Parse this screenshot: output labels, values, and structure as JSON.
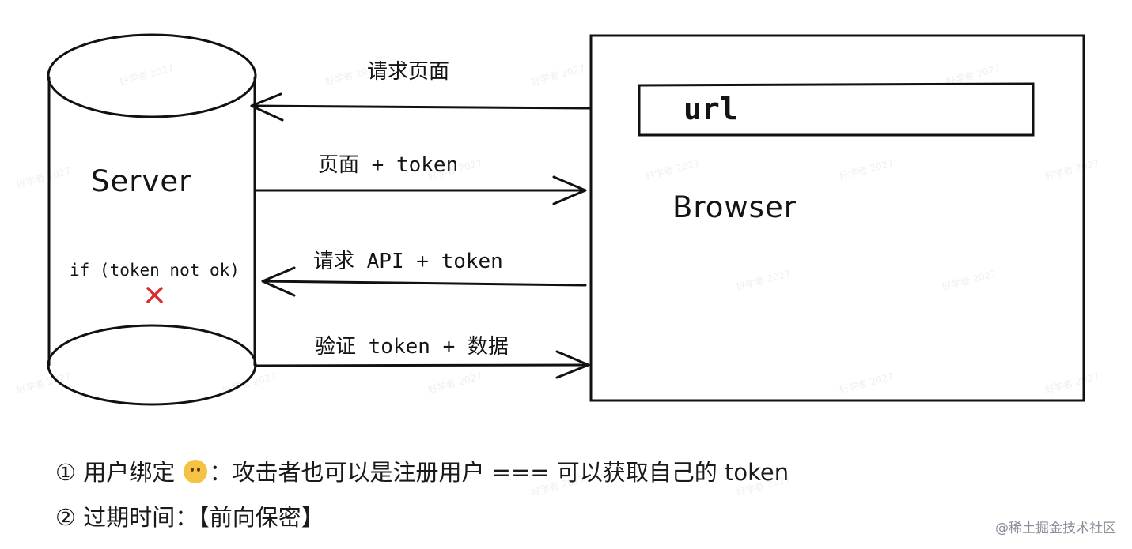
{
  "diagram": {
    "server_label": "Server",
    "server_condition": "if (token not ok)",
    "server_reject_icon": "cross-mark-icon",
    "browser_label": "Browser",
    "url_bar_text": "url",
    "arrow_1_label": "请求页面",
    "arrow_2_label": "页面 + token",
    "arrow_3_label": "请求 API + token",
    "arrow_4_label": "验证 token + 数据",
    "reject_color": "#d62f2f"
  },
  "notes": [
    {
      "number": "①",
      "before_icon": "用户绑定",
      "icon": "thinking-face-emoji-icon",
      "after_icon": "：攻击者也可以是注册用户 === 可以获取自己的 token"
    },
    {
      "number": "②",
      "text": "过期时间：【前向保密】"
    }
  ],
  "watermark": "@稀土掘金技术社区"
}
